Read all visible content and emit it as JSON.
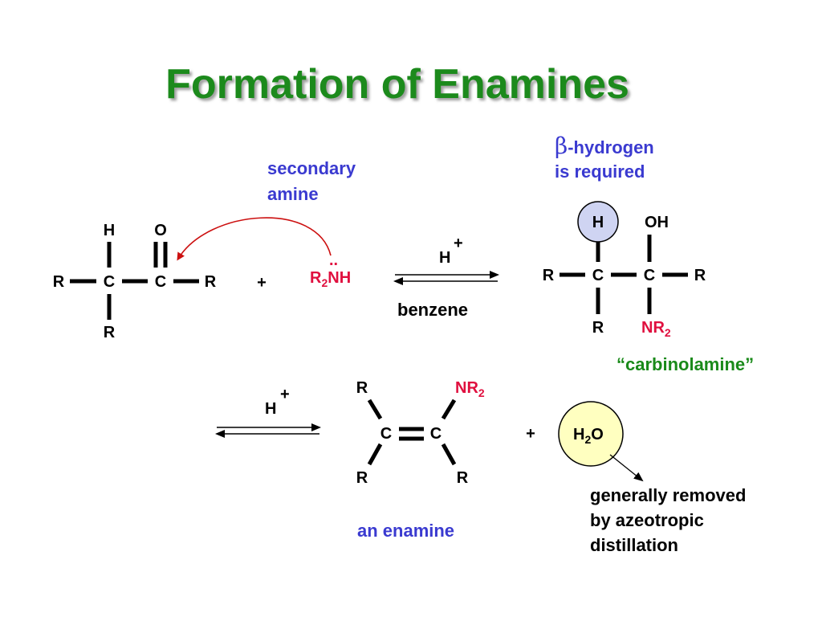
{
  "title": "Formation of Enamines",
  "colors": {
    "title_green": "#1a8a1a",
    "annotation_blue": "#3a3ad0",
    "amine_red": "#e0103f",
    "arrow_red": "#cc1010",
    "highlight_blue": "#cfd4f2",
    "water_yellow": "#ffffc0"
  },
  "labels": {
    "R": "R",
    "H": "H",
    "O": "O",
    "C": "C",
    "OH": "OH",
    "plus": "+",
    "amine_dots": "..",
    "R2NH_R": "R",
    "R2NH_sub": "2",
    "R2NH_NH": "NH",
    "NR2_NR": "NR",
    "NR2_sub": "2",
    "H_plus_H": "H",
    "H_plus_sign": "+",
    "H2O_H": "H",
    "H2O_sub": "2",
    "H2O_O": "O"
  },
  "annotations": {
    "secondary_amine_line1": "secondary",
    "secondary_amine_line2": "amine",
    "beta_symbol": "β",
    "beta_hydrogen_line1": "-hydrogen",
    "beta_hydrogen_line2": "is required",
    "solvent": "benzene",
    "carbinolamine": "“carbinolamine”",
    "enamine": "an enamine",
    "water_note_line1": "generally removed",
    "water_note_line2": "by azeotropic",
    "water_note_line3": "distillation"
  }
}
